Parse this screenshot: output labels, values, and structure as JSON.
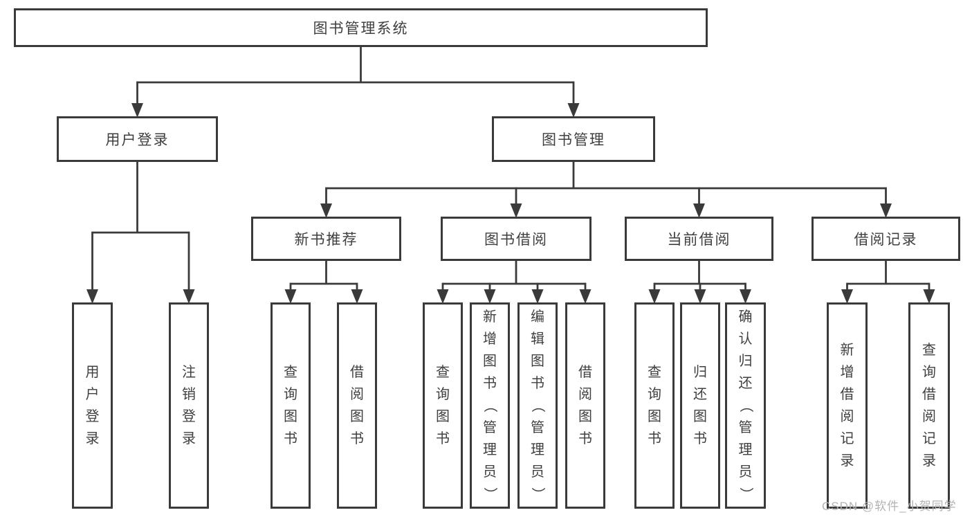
{
  "diagram": {
    "title": "图书管理系统",
    "watermark": "CSDN @软件_小贺同学",
    "colors": {
      "line": "#3a3a3a",
      "text": "#3f3f3f",
      "box_background": "#ffffff",
      "page_background": "#ffffff",
      "watermark": "#b3b3b3"
    },
    "nodes": [
      {
        "id": "root",
        "label": "图书管理系统",
        "parent": null
      },
      {
        "id": "user-login",
        "label": "用户登录",
        "parent": "root"
      },
      {
        "id": "book-mgmt",
        "label": "图书管理",
        "parent": "root"
      },
      {
        "id": "login",
        "label": "用户登录",
        "parent": "user-login"
      },
      {
        "id": "logout",
        "label": "注销登录",
        "parent": "user-login"
      },
      {
        "id": "new-book-rec",
        "label": "新书推荐",
        "parent": "book-mgmt"
      },
      {
        "id": "book-borrow",
        "label": "图书借阅",
        "parent": "book-mgmt"
      },
      {
        "id": "current-borrow",
        "label": "当前借阅",
        "parent": "book-mgmt"
      },
      {
        "id": "borrow-records",
        "label": "借阅记录",
        "parent": "book-mgmt"
      },
      {
        "id": "query-book-1",
        "label": "查询图书",
        "parent": "new-book-rec"
      },
      {
        "id": "borrow-book-1",
        "label": "借阅图书",
        "parent": "new-book-rec"
      },
      {
        "id": "query-book-2",
        "label": "查询图书",
        "parent": "book-borrow"
      },
      {
        "id": "add-book",
        "label": "新增图书（管理员）",
        "parent": "book-borrow"
      },
      {
        "id": "edit-book",
        "label": "编辑图书（管理员）",
        "parent": "book-borrow"
      },
      {
        "id": "borrow-book-2",
        "label": "借阅图书",
        "parent": "book-borrow"
      },
      {
        "id": "query-book-3",
        "label": "查询图书",
        "parent": "current-borrow"
      },
      {
        "id": "return-book",
        "label": "归还图书",
        "parent": "current-borrow"
      },
      {
        "id": "confirm-return",
        "label": "确认归还（管理员）",
        "parent": "current-borrow"
      },
      {
        "id": "add-borrow-record",
        "label": "新增借阅记录",
        "parent": "borrow-records"
      },
      {
        "id": "query-borrow-record",
        "label": "查询借阅记录",
        "parent": "borrow-records"
      }
    ]
  }
}
